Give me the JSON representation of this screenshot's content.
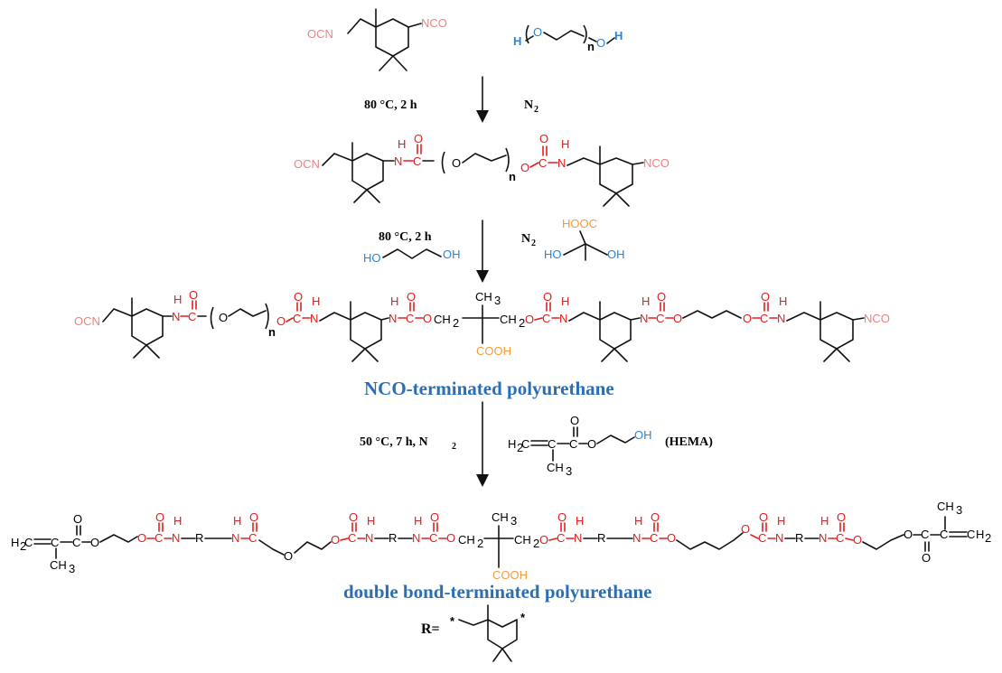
{
  "colors": {
    "bond": "#111111",
    "nco_pink": "#f08080",
    "urethane_red": "#e02020",
    "hydroxyl_blue": "#1e88e5",
    "carboxyl_orange": "#f39c3d",
    "title_blue": "#2a6fb5"
  },
  "atoms": {
    "ocn": "OCN",
    "nco": "NCO",
    "o": "O",
    "h": "H",
    "n": "N",
    "c": "C",
    "oh": "OH",
    "ho": "HO",
    "nh": "N",
    "repeat_n": "n",
    "h2c": "H",
    "ch3": "CH",
    "three": "3",
    "two": "2",
    "ch2": "CH",
    "cooh": "COOH",
    "hooc": "HOOC",
    "r": "R",
    "star": "*"
  },
  "steps": {
    "step1": {
      "condition": "80 °C, 2 h",
      "gas": "N",
      "gas_sub": "2"
    },
    "step2": {
      "condition": "80 °C, 2 h",
      "gas": "N",
      "gas_sub": "2"
    },
    "step3": {
      "condition": "50 °C, 7 h, N",
      "condition_sub": "2",
      "reagent_name": "(HEMA)"
    }
  },
  "titles": {
    "nco_pu": "NCO-terminated polyurethane",
    "db_pu": "double bond-terminated polyurethane"
  },
  "r_definition": "R="
}
